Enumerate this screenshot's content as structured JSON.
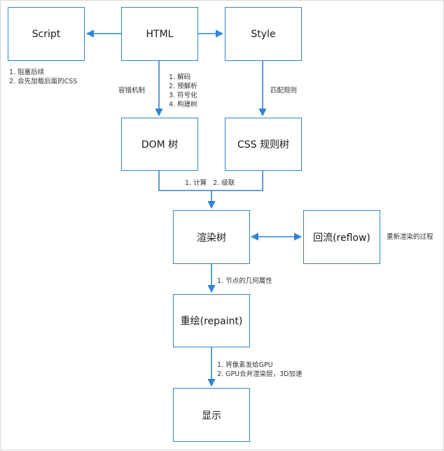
{
  "colors": {
    "accent": "#2f83d6",
    "text": "#1a1a1a",
    "note_text": "#333333"
  },
  "nodes": {
    "script": "Script",
    "html": "HTML",
    "style": "Style",
    "dom_tree": "DOM 树",
    "css_rules": "CSS 规则树",
    "render_tree": "渲染树",
    "reflow": "回流(reflow)",
    "repaint": "重绘(repaint)",
    "display": "显示"
  },
  "notes": {
    "script": [
      "1. 阻塞后续",
      "2. 会先加载后面的CSS"
    ],
    "html_parse": [
      "1. 解码",
      "2. 预解析",
      "3. 符号化",
      "4. 构建树"
    ],
    "fault_tolerance": "容错机制",
    "match_rules": "匹配规则",
    "compute": "1. 计算   2. 级联",
    "reflow_desc": "重新渲染的过程",
    "geometry": "1. 节点的几何属性",
    "gpu": [
      "1. 将像素发给GPU",
      "2. GPU合并渲染层，3D加速"
    ]
  }
}
